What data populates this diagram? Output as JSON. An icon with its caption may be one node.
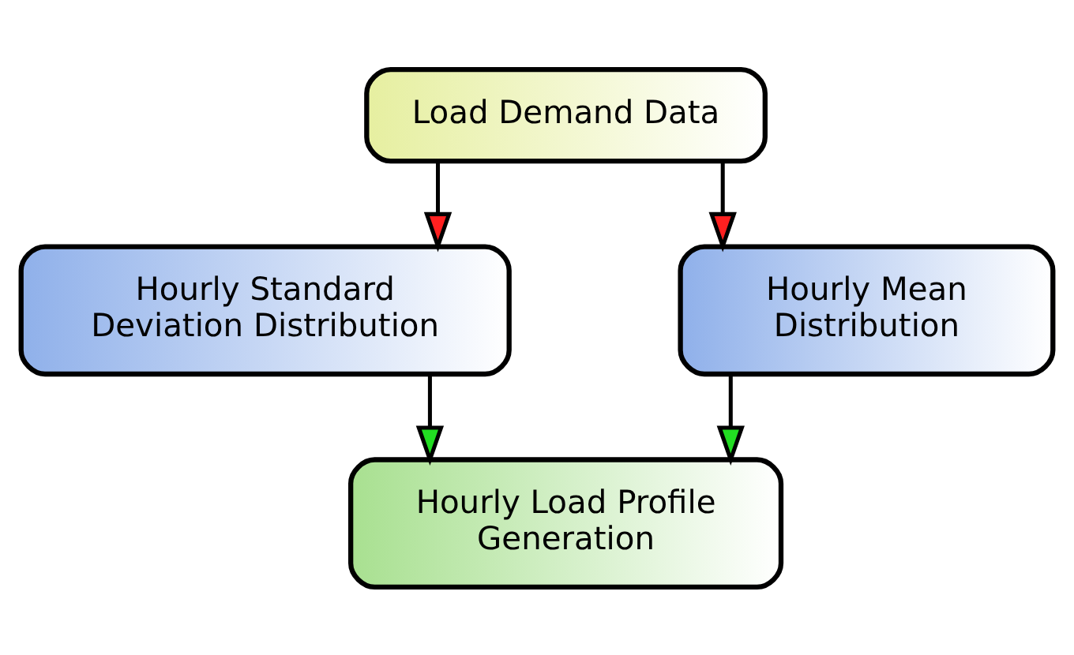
{
  "diagram": {
    "nodes": [
      {
        "text": [
          "Load Demand Data"
        ]
      },
      {
        "text": [
          "Hourly Standard Deviation Distribution"
        ]
      },
      {
        "text": [
          "Hourly Mean Distribution"
        ]
      },
      {
        "text": [
          "Hourly Load Profile Generation"
        ]
      }
    ],
    "edges": [
      {
        "from": 0,
        "to": 1,
        "arrow": "to"
      },
      {
        "from": 0,
        "to": 2,
        "arrow": "to"
      },
      {
        "from": 1,
        "to": 3,
        "arrow": "to"
      },
      {
        "from": 2,
        "to": 3,
        "arrow": "to"
      }
    ]
  }
}
